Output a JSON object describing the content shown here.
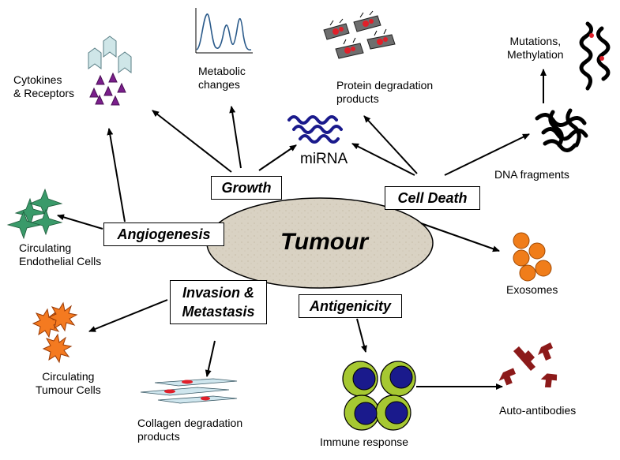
{
  "center": {
    "label": "Tumour"
  },
  "processes": {
    "growth": "Growth",
    "cell_death": "Cell Death",
    "angiogenesis": "Angiogenesis",
    "invasion_line1": "Invasion &",
    "invasion_line2": "Metastasis",
    "antigenicity": "Antigenicity"
  },
  "biomarkers": {
    "cytokines_line1": "Cytokines",
    "cytokines_line2": "& Receptors",
    "metabolic_line1": "Metabolic",
    "metabolic_line2": "changes",
    "mirna": "miRNA",
    "protein_line1": "Protein degradation",
    "protein_line2": "products",
    "mutations_line1": "Mutations,",
    "mutations_line2": "Methylation",
    "dna": "DNA fragments",
    "endothelial_line1": "Circulating",
    "endothelial_line2": "Endothelial Cells",
    "exosomes": "Exosomes",
    "ctc_line1": "Circulating",
    "ctc_line2": "Tumour Cells",
    "collagen_line1": "Collagen degradation",
    "collagen_line2": "products",
    "immune": "Immune response",
    "autoantibodies": "Auto-antibodies"
  },
  "colors": {
    "tumour_fill": "#d9d2c3",
    "cytokine_light": "#cfe6e8",
    "receptor_purple": "#7b1e8c",
    "metabolic_line": "#2a5a8a",
    "mirna_blue": "#1a1a8c",
    "endothelial_green": "#3a9a6a",
    "exosome_orange": "#f07d1a",
    "ctc_orange": "#f47a20",
    "immune_green": "#a6c832",
    "immune_nucleus": "#1a1a8c",
    "antibody_red": "#8c1a1a",
    "collagen_light": "#cfe6ee",
    "degradation_red": "#e0202a"
  }
}
